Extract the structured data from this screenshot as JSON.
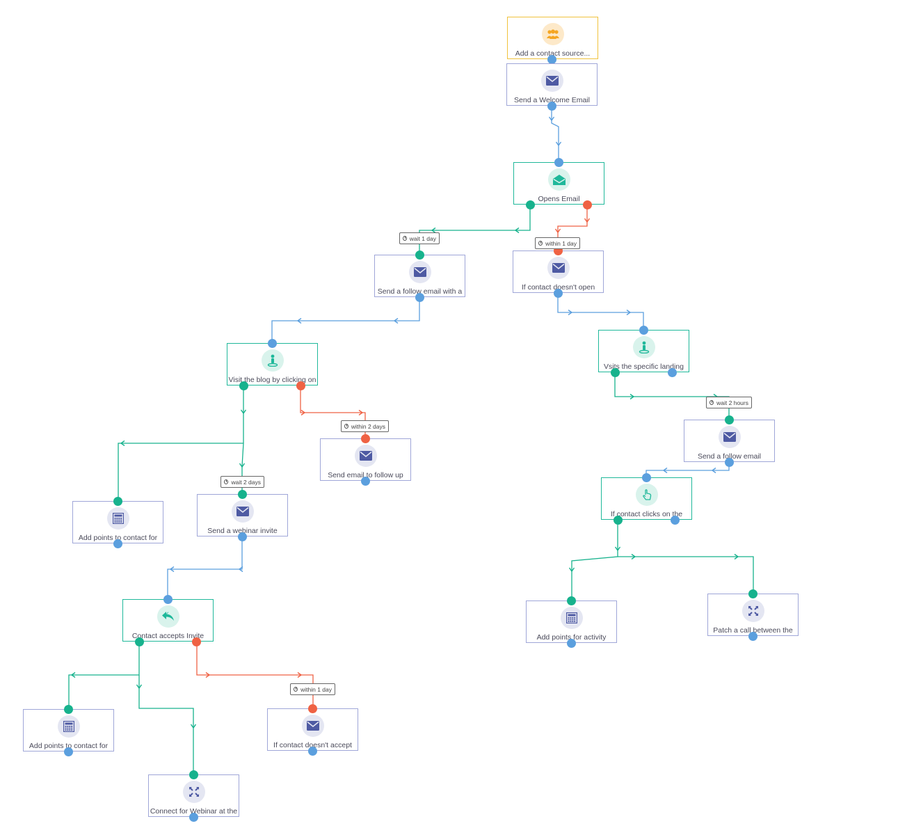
{
  "colors": {
    "action_border": "#9fa6d8",
    "condition_border": "#1fb89a",
    "source_border": "#f0c23c",
    "blue": "#5b9fde",
    "green": "#17b28d",
    "red": "#ef6244",
    "action_icon": "#4e5aa3",
    "condition_icon": "#1fb89a",
    "source_icon": "#f5a623"
  },
  "nodes": [
    {
      "id": "n1",
      "kind": "source",
      "icon": "users-icon",
      "label": "Add a contact source..."
    },
    {
      "id": "n2",
      "kind": "action",
      "icon": "envelope-icon",
      "label": "Send a Welcome Email"
    },
    {
      "id": "n3",
      "kind": "condition",
      "icon": "open-envelope-icon",
      "label": "Opens Email"
    },
    {
      "id": "n4",
      "kind": "action",
      "icon": "envelope-icon",
      "label": "Send a follow email with a"
    },
    {
      "id": "n5",
      "kind": "action",
      "icon": "envelope-icon",
      "label": "If contact doesn't open"
    },
    {
      "id": "n6",
      "kind": "condition",
      "icon": "visitor-icon",
      "label": "Visit the blog by clicking on"
    },
    {
      "id": "n7",
      "kind": "condition",
      "icon": "visitor-icon",
      "label": "Vsits the specific landing"
    },
    {
      "id": "n8",
      "kind": "action",
      "icon": "envelope-icon",
      "label": "Send email to follow up"
    },
    {
      "id": "n9",
      "kind": "action",
      "icon": "envelope-icon",
      "label": "Send a follow email"
    },
    {
      "id": "n10",
      "kind": "action",
      "icon": "calculator-icon",
      "label": "Add points to contact for"
    },
    {
      "id": "n11",
      "kind": "action",
      "icon": "envelope-icon",
      "label": "Send a webinar invite"
    },
    {
      "id": "n12",
      "kind": "condition",
      "icon": "pointer-hand-icon",
      "label": "If contact clicks on the"
    },
    {
      "id": "n13",
      "kind": "condition",
      "icon": "reply-icon",
      "label": "Contact accepts Invite"
    },
    {
      "id": "n14",
      "kind": "action",
      "icon": "calculator-icon",
      "label": "Add points for activity"
    },
    {
      "id": "n15",
      "kind": "action",
      "icon": "connect-arrows-icon",
      "label": "Patch a call between the"
    },
    {
      "id": "n16",
      "kind": "action",
      "icon": "calculator-icon",
      "label": "Add points to contact for"
    },
    {
      "id": "n17",
      "kind": "action",
      "icon": "envelope-icon",
      "label": "If contact doesn't accept"
    },
    {
      "id": "n18",
      "kind": "action",
      "icon": "connect-arrows-icon",
      "label": "Connect for Webinar at the"
    }
  ],
  "delays": [
    {
      "id": "d1",
      "text": "wait 1 day"
    },
    {
      "id": "d2",
      "text": "within 1 day"
    },
    {
      "id": "d3",
      "text": "within 2 days"
    },
    {
      "id": "d4",
      "text": "wait 2 hours"
    },
    {
      "id": "d5",
      "text": "wait 2 days"
    },
    {
      "id": "d6",
      "text": "within 1 day"
    }
  ]
}
